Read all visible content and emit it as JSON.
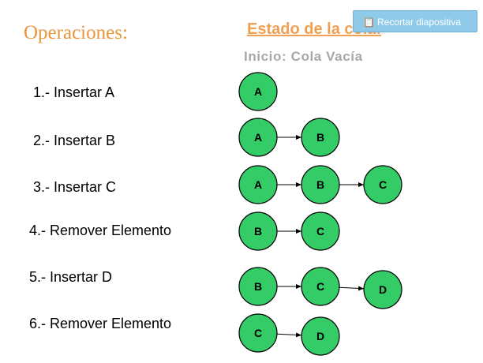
{
  "slide": {
    "title": "Operaciones:",
    "estado_heading": "Estado de la cola:",
    "inicio_label": "Inicio: Cola Vacía",
    "clip_button_label": "Recortar diapositiva",
    "accent_color": "#e8963c",
    "node_color": "#33cc66"
  },
  "operations": [
    "1.- Insertar A",
    "2.- Insertar B",
    "3.- Insertar C",
    "4.- Remover Elemento",
    "5.- Insertar D",
    "6.- Remover Elemento"
  ],
  "diagram": {
    "type": "queue-states",
    "nodes": [
      {
        "id": "s1-A",
        "label": "A"
      },
      {
        "id": "s2-A",
        "label": "A"
      },
      {
        "id": "s2-B",
        "label": "B"
      },
      {
        "id": "s3-A",
        "label": "A"
      },
      {
        "id": "s3-B",
        "label": "B"
      },
      {
        "id": "s3-C",
        "label": "C"
      },
      {
        "id": "s4-B",
        "label": "B"
      },
      {
        "id": "s4-C",
        "label": "C"
      },
      {
        "id": "s5-B",
        "label": "B"
      },
      {
        "id": "s5-C",
        "label": "C"
      },
      {
        "id": "s5-D",
        "label": "D"
      },
      {
        "id": "s6-C",
        "label": "C"
      },
      {
        "id": "s6-D",
        "label": "D"
      }
    ],
    "edges": [
      {
        "from": "s2-A",
        "to": "s2-B"
      },
      {
        "from": "s3-A",
        "to": "s3-B"
      },
      {
        "from": "s3-B",
        "to": "s3-C"
      },
      {
        "from": "s4-B",
        "to": "s4-C"
      },
      {
        "from": "s5-B",
        "to": "s5-C"
      },
      {
        "from": "s5-C",
        "to": "s5-D"
      },
      {
        "from": "s6-C",
        "to": "s6-D"
      }
    ]
  }
}
